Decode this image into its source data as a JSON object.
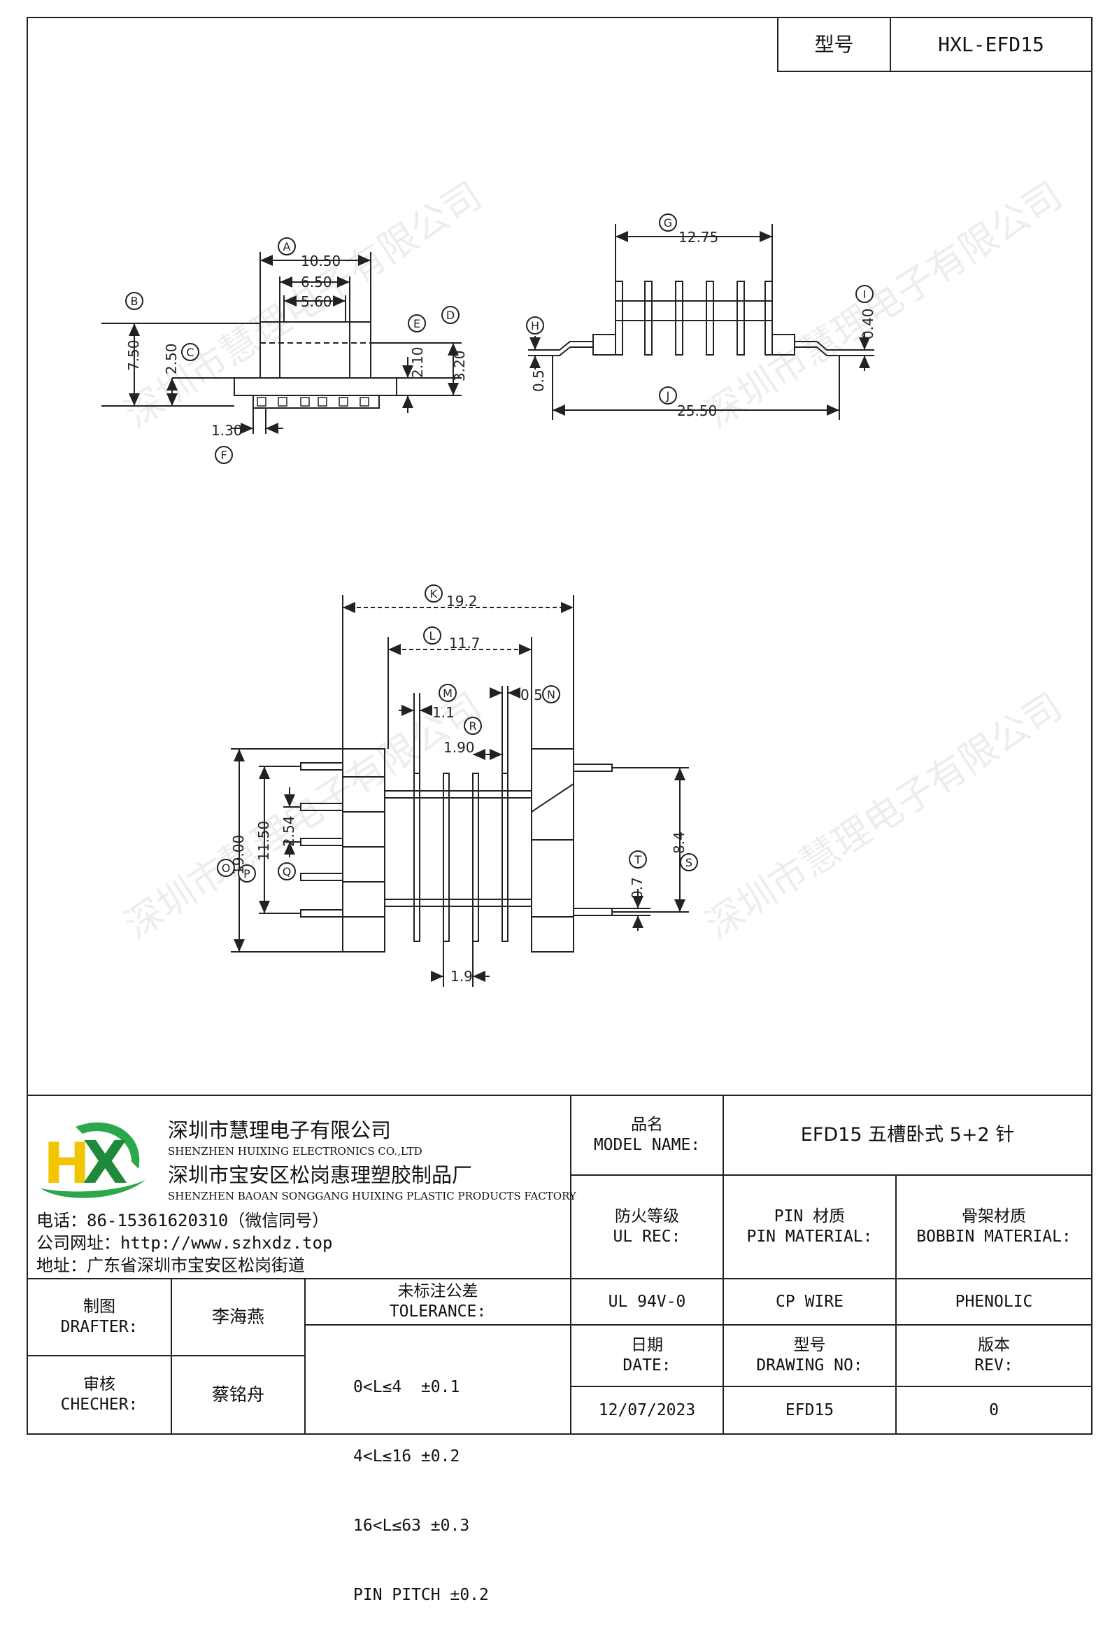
{
  "header": {
    "model_label": "型号",
    "model_value": "HXL-EFD15"
  },
  "watermark": "深圳市慧理电子有限公司",
  "drawing": {
    "circles": [
      "A",
      "B",
      "C",
      "D",
      "E",
      "F",
      "G",
      "H",
      "I",
      "J",
      "K",
      "L",
      "M",
      "N",
      "O",
      "P",
      "Q",
      "R",
      "S",
      "T"
    ],
    "dims": {
      "A": "10.50",
      "a2": "6.50",
      "a3": "5.60",
      "B": "7.50",
      "C": "2.50",
      "E": "2.10",
      "D": "3.20",
      "F": "1.30",
      "G": "12.75",
      "H": "0.5",
      "I": "0.40",
      "J": "25.50",
      "K": "19.2",
      "L": "11.7",
      "M": "1.1",
      "N": "0.5",
      "R": "1.90",
      "O": "19.00",
      "P": "11.50",
      "Q": "2.54",
      "S": "8.4",
      "T": "0.7",
      "bottom": "1.9"
    }
  },
  "company": {
    "name_cn": "深圳市慧理电子有限公司",
    "name_en": "SHENZHEN HUIXING ELECTRONICS CO.,LTD",
    "factory_cn": "深圳市宝安区松岗惠理塑胶制品厂",
    "factory_en": "SHENZHEN BAOAN SONGGANG HUIXING PLASTIC PRODUCTS FACTORY",
    "phone": "电话：86-15361620310（微信同号）",
    "website": "公司网址：http://www.szhxdz.top",
    "address": "地址：广东省深圳市宝安区松岗街道",
    "logo_text": "HX",
    "logo_colors": {
      "h": "#f2c500",
      "x": "#1f8a3a",
      "swoosh": "#2aa84a"
    }
  },
  "title_block": {
    "model_name_label_cn": "品名",
    "model_name_label_en": "MODEL NAME:",
    "model_name_value": "EFD15 五槽卧式 5+2 针",
    "ul_label_cn": "防火等级",
    "ul_label_en": "UL REC:",
    "pin_label_cn": "PIN 材质",
    "pin_label_en": "PIN MATERIAL:",
    "bobbin_label_cn": "骨架材质",
    "bobbin_label_en": "BOBBIN MATERIAL:",
    "ul_value": "UL 94V-0",
    "pin_value": "CP WIRE",
    "bobbin_value": "PHENOLIC",
    "date_label_cn": "日期",
    "date_label_en": "DATE:",
    "drawing_no_label_cn": "型号",
    "drawing_no_label_en": "DRAWING NO:",
    "rev_label_cn": "版本",
    "rev_label_en": "REV:",
    "date_value": "12/07/2023",
    "drawing_no_value": "EFD15",
    "rev_value": "0",
    "drafter_label_cn": "制图",
    "drafter_label_en": "DRAFTER:",
    "drafter_name": "李海燕",
    "checker_label_cn": "审核",
    "checker_label_en": "CHECHER:",
    "checker_name": "蔡铭舟",
    "tolerance_label_cn": "未标注公差",
    "tolerance_label_en": "TOLERANCE:",
    "tolerance_rows": [
      "0<L≤4  ±0.1",
      "4<L≤16 ±0.2",
      "16<L≤63 ±0.3",
      "PIN PITCH ±0.2"
    ]
  }
}
